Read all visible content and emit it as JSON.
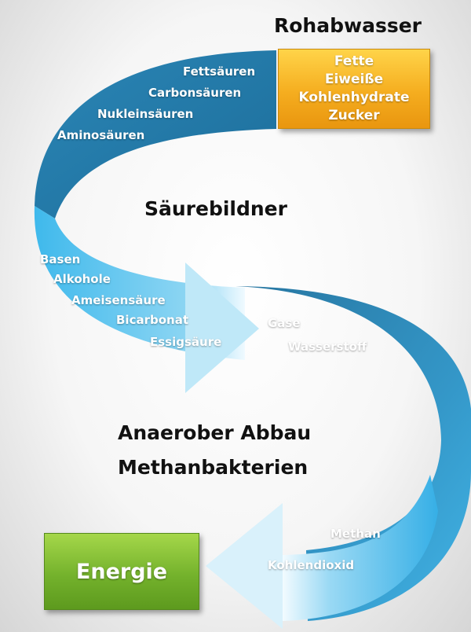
{
  "headings": {
    "top": "Rohabwasser",
    "middle": "Säurebildner",
    "bottom_line1": "Anaerober Abbau",
    "bottom_line2": "Methanbakterien"
  },
  "input_box": {
    "items": [
      "Fette",
      "Eiweiße",
      "Kohlenhydrate",
      "Zucker"
    ],
    "color": "#f5ad1f"
  },
  "output_box": {
    "label": "Energie",
    "color": "#74b22c"
  },
  "flow_labels": {
    "stage1": [
      "Fettsäuren",
      "Carbonsäuren",
      "Nukleinsäuren",
      "Aminosäuren"
    ],
    "stage2": [
      "Basen",
      "Alkohole",
      "Ameisensäure",
      "Bicarbonat",
      "Essigsäure"
    ],
    "stage3": [
      "Gase",
      "Wasserstoff"
    ],
    "stage4": [
      "Methan",
      "Kohlendioxid"
    ]
  },
  "colors": {
    "ribbon_light": "#3fb8ec",
    "ribbon_dark": "#1a6f9c"
  }
}
